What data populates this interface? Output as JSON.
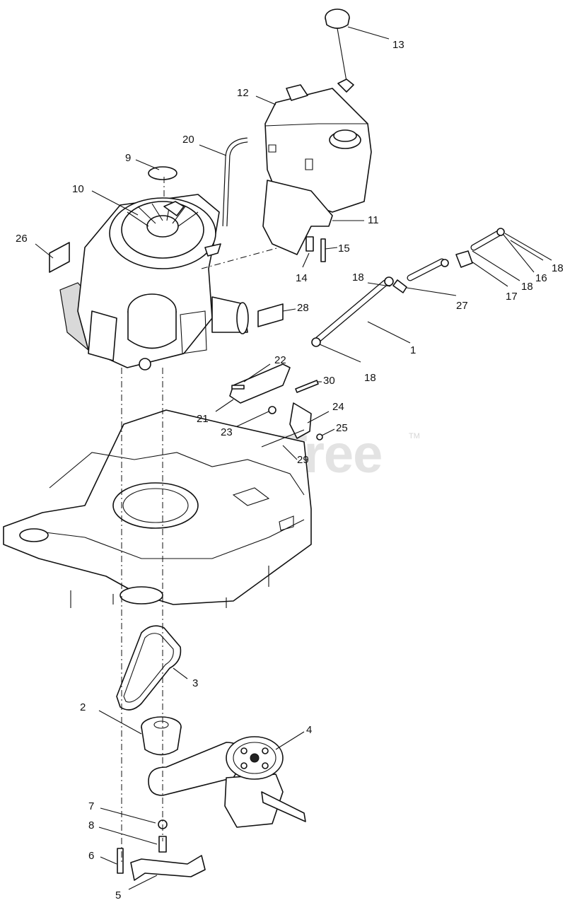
{
  "watermark": {
    "text": "PartsTree",
    "trademark": "TM"
  },
  "callouts": {
    "c1": "1",
    "c2": "2",
    "c3": "3",
    "c4": "4",
    "c5": "5",
    "c6": "6",
    "c7": "7",
    "c8": "8",
    "c9": "9",
    "c10": "10",
    "c11": "11",
    "c12": "12",
    "c13": "13",
    "c14": "14",
    "c15": "15",
    "c16": "16",
    "c17": "17",
    "c18a": "18",
    "c18b": "18",
    "c18c": "18",
    "c18d": "18",
    "c20": "20",
    "c21": "21",
    "c22": "22",
    "c23": "23",
    "c24": "24",
    "c25": "25",
    "c26": "26",
    "c27": "27",
    "c28": "28",
    "c29": "29",
    "c30": "30"
  }
}
